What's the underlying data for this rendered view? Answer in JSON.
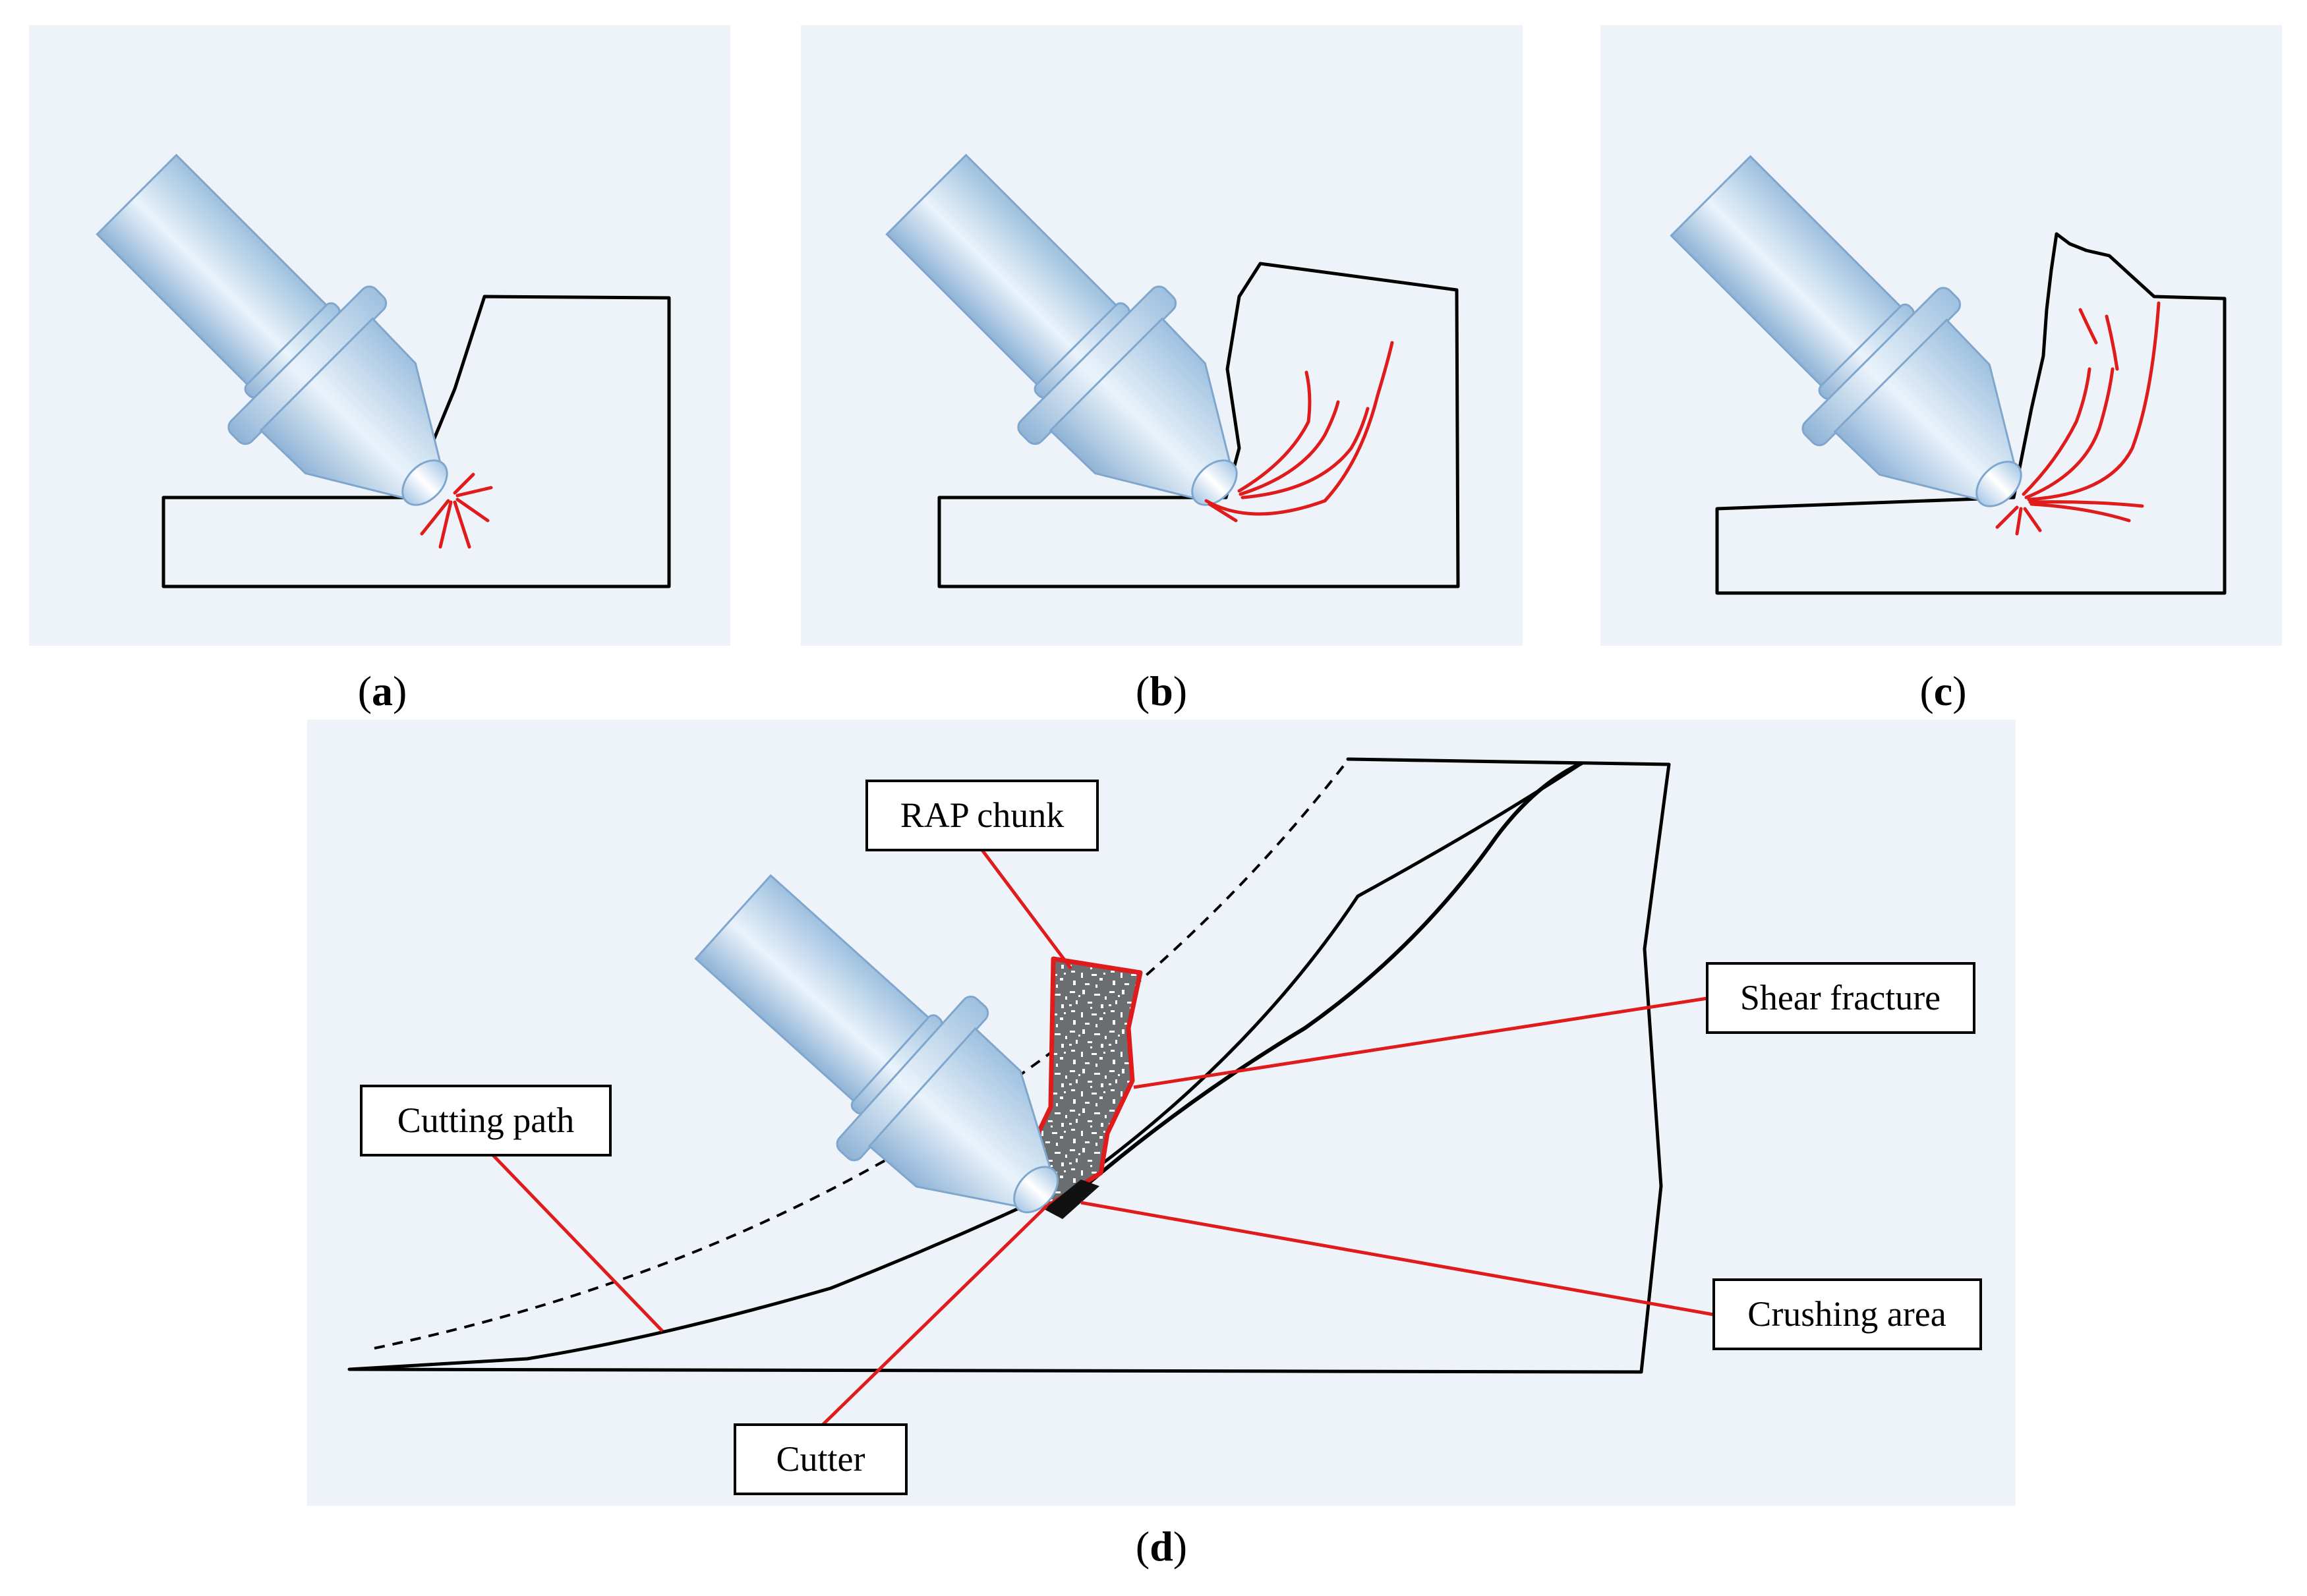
{
  "figure": {
    "panels": [
      {
        "id": "a",
        "caption": "a"
      },
      {
        "id": "b",
        "caption": "b"
      },
      {
        "id": "c",
        "caption": "c"
      },
      {
        "id": "d",
        "caption": "d"
      }
    ],
    "callouts": {
      "rap_chunk": "RAP chunk",
      "shear_fracture": "Shear fracture",
      "cutting_path": "Cutting path",
      "crushing_area": "Crushing area",
      "cutter": "Cutter"
    },
    "colors": {
      "panel_bg": "#eef3fa",
      "asphalt": "#6b6e70",
      "crack": "#e01b1b",
      "tool_light": "#d6e6f5",
      "tool_dark": "#8fb3d6"
    }
  }
}
